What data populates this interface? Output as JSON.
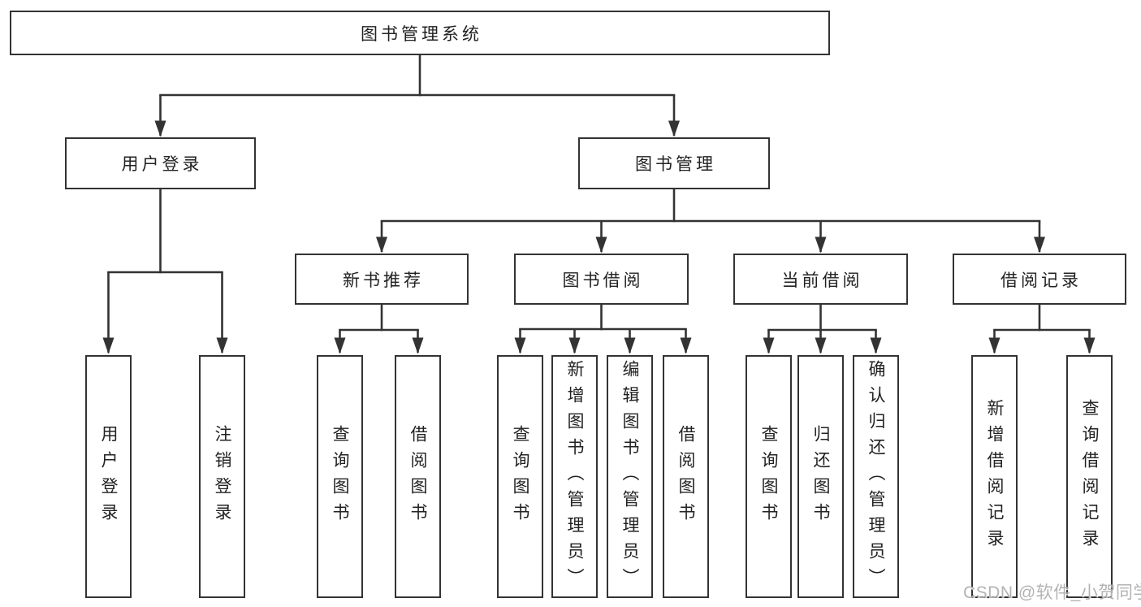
{
  "colors": {
    "line": "#333333",
    "text": "#222222",
    "background": "#ffffff",
    "watermark": "#b3b3b3"
  },
  "watermark": {
    "text": "CSDN @软件_小贺同学"
  },
  "tree": {
    "label": "图书管理系统",
    "children": [
      {
        "label": "用户登录",
        "children": [
          {
            "label": "用户登录"
          },
          {
            "label": "注销登录"
          }
        ]
      },
      {
        "label": "图书管理",
        "children": [
          {
            "label": "新书推荐",
            "children": [
              {
                "label": "查询图书"
              },
              {
                "label": "借阅图书"
              }
            ]
          },
          {
            "label": "图书借阅",
            "children": [
              {
                "label": "查询图书"
              },
              {
                "label": "新增图书（管理员）"
              },
              {
                "label": "编辑图书（管理员）"
              },
              {
                "label": "借阅图书"
              }
            ]
          },
          {
            "label": "当前借阅",
            "children": [
              {
                "label": "查询图书"
              },
              {
                "label": "归还图书"
              },
              {
                "label": "确认归还（管理员）"
              }
            ]
          },
          {
            "label": "借阅记录",
            "children": [
              {
                "label": "新增借阅记录"
              },
              {
                "label": "查询借阅记录"
              }
            ]
          }
        ]
      }
    ]
  }
}
